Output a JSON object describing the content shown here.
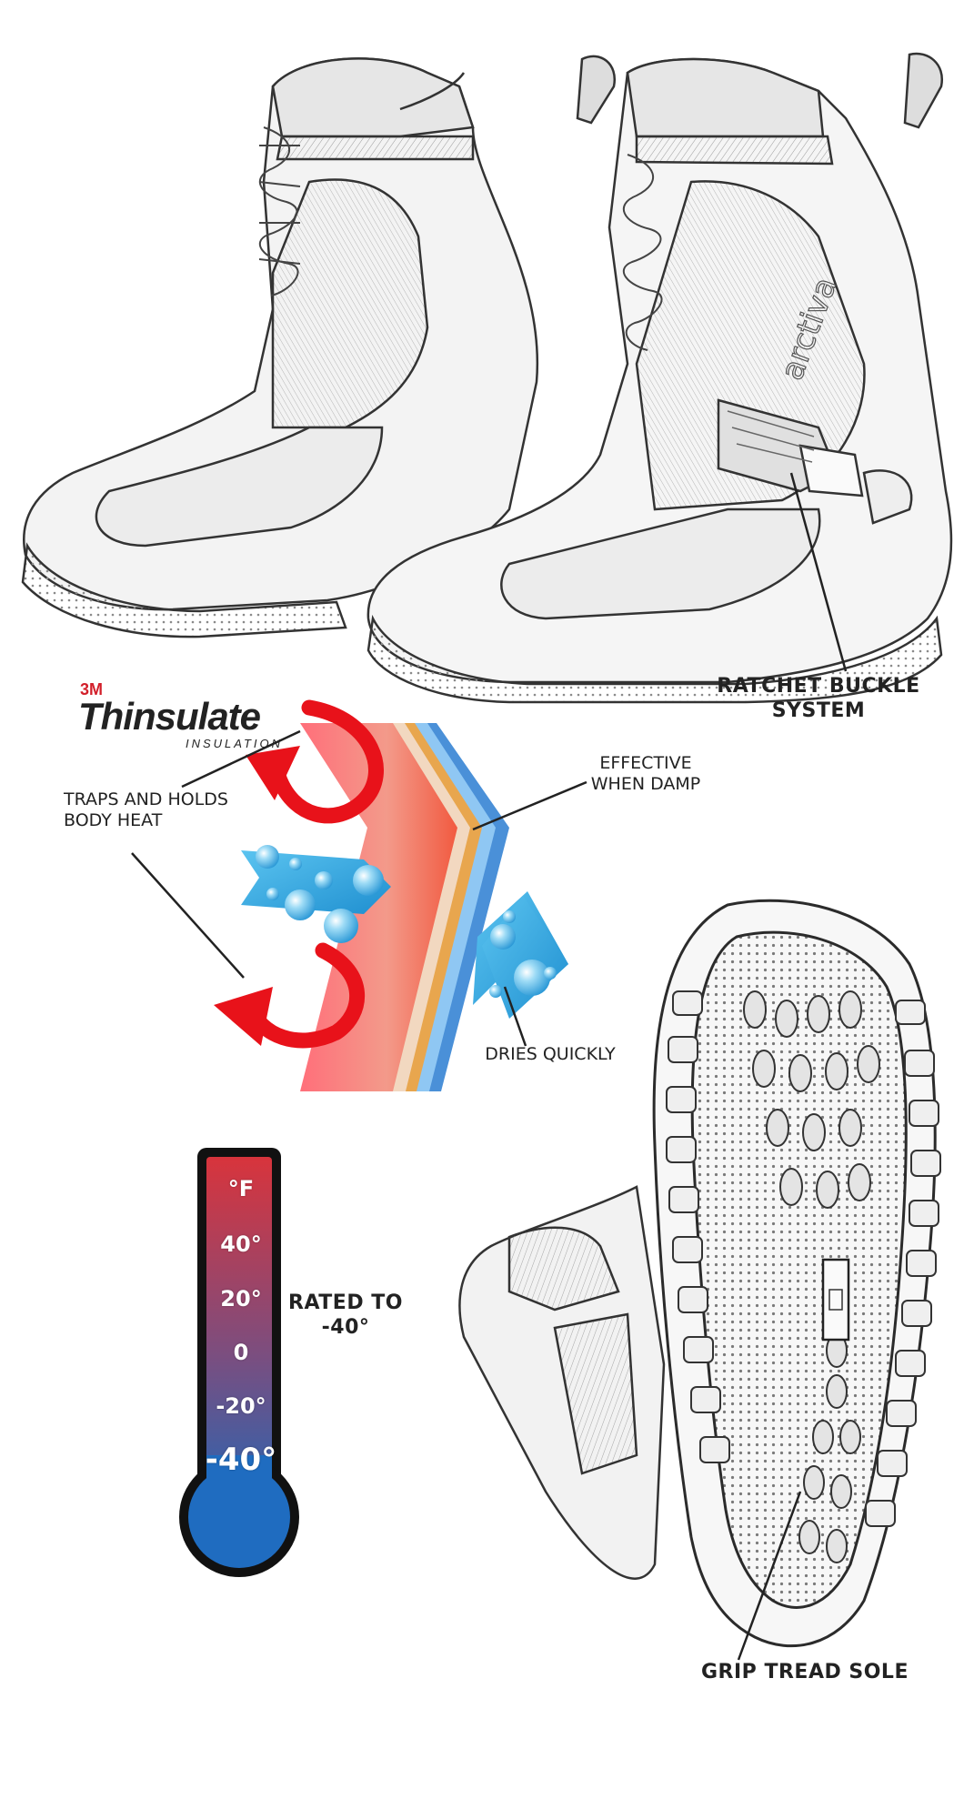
{
  "brand": {
    "prefix": "3M",
    "name": "Thinsulate",
    "sub": "INSULATION"
  },
  "callouts": {
    "ratchet": [
      "RATCHET BUCKLE",
      "SYSTEM"
    ],
    "traps": [
      "TRAPS AND HOLDS",
      "BODY HEAT"
    ],
    "damp": [
      "EFFECTIVE",
      "WHEN DAMP"
    ],
    "dries": [
      "DRIES QUICKLY"
    ],
    "rated": [
      "RATED TO",
      "-40°"
    ],
    "grip": [
      "GRIP TREAD SOLE"
    ]
  },
  "thermometer": {
    "labels": [
      "°F",
      "40°",
      "20°",
      "0",
      "-20°",
      "-40°"
    ],
    "rating_value": -40
  },
  "colors": {
    "heat_red": "#e8121a",
    "water_blue": "#2fa8e0",
    "therm_top": "#d8343c",
    "therm_bottom": "#1f68b8",
    "ink": "#222222"
  },
  "icons": [
    "boots-pair-sketch",
    "insulation-layers-diagram",
    "heat-arrow-icon",
    "water-droplet-arrow-icon",
    "thermometer-icon",
    "boot-sole-sketch"
  ]
}
